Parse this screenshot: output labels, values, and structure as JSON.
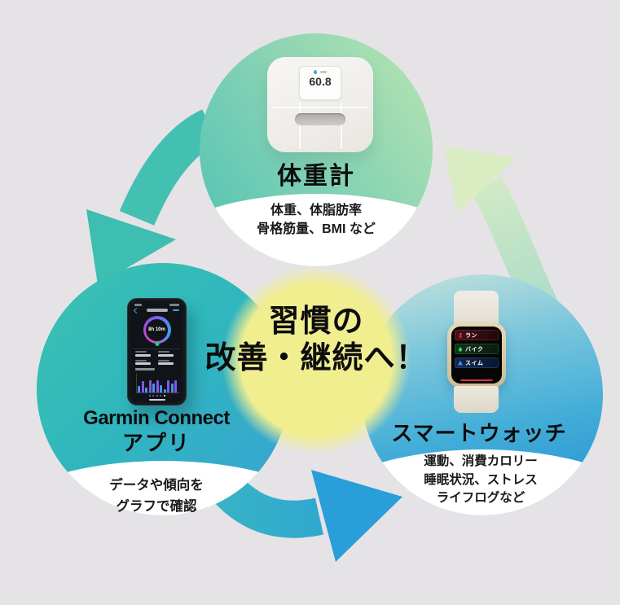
{
  "center_message": {
    "line1": "習慣の",
    "line2": "改善・継続へ！"
  },
  "scale_node": {
    "title": "体重計",
    "details": [
      "体重、体脂肪率",
      "骨格筋量、BMI など"
    ],
    "display_value": "60.8"
  },
  "app_node": {
    "title_en": "Garmin Connect",
    "title_ja": "アプリ",
    "details": [
      "データや傾向を",
      "グラフで確認"
    ],
    "phone": {
      "ring_value": "8h 10m",
      "chart_bars": [
        {
          "h": 8,
          "c": "#4a93e8"
        },
        {
          "h": 14,
          "c": "#8456f0"
        },
        {
          "h": 6,
          "c": "#4a93e8"
        },
        {
          "h": 15,
          "c": "#8456f0"
        },
        {
          "h": 11,
          "c": "#4a93e8"
        },
        {
          "h": 15,
          "c": "#8456f0"
        },
        {
          "h": 9,
          "c": "#4a93e8"
        },
        {
          "h": 4,
          "c": "#4a93e8"
        },
        {
          "h": 15,
          "c": "#8456f0"
        },
        {
          "h": 11,
          "c": "#4a93e8"
        },
        {
          "h": 15,
          "c": "#8456f0"
        }
      ]
    }
  },
  "watch_node": {
    "title": "スマートウォッチ",
    "details": [
      "運動、消費カロリー",
      "睡眠状況、ストレス",
      "ライフログなど"
    ],
    "menu_items": [
      {
        "label": "ラン",
        "color": "#e8334a"
      },
      {
        "label": "バイク",
        "color": "#3fcf6e"
      },
      {
        "label": "スイム",
        "color": "#3b8fe8"
      }
    ]
  },
  "colors": {
    "background": "#e6e3e6",
    "circle_top_start": "#4ec3b4",
    "circle_top_end": "#bae5b0",
    "circle_left_start": "#3ec2ae",
    "circle_left_mid": "#2fb7bd",
    "circle_left_end": "#3aa2d6",
    "circle_right_start": "#c8e4dc",
    "circle_right_mid": "#7ac6dc",
    "circle_right_end": "#1f8ed2",
    "center_yellow": "#f1ee90",
    "arrow_teal": "#44c0b3",
    "arrow_blue_start": "#38b5c4",
    "arrow_blue_end": "#2a9ed8",
    "arrow_green_start": "#dcedc4",
    "arrow_green_end": "#a6dac9",
    "watch_run": "#e8334a",
    "watch_bike": "#3fcf6e",
    "watch_swim": "#3b8fe8"
  }
}
